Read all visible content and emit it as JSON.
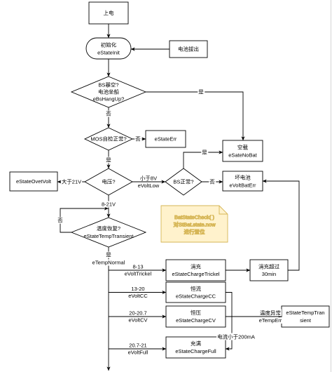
{
  "colors": {
    "background": "#ffffff",
    "stroke": "#000000",
    "note_fill": "#fff2cc",
    "note_stroke": "#d6b656"
  },
  "nodes": {
    "power_on": {
      "lines": [
        "上电"
      ]
    },
    "init": {
      "lines": [
        "初始化",
        "eStateInit"
      ]
    },
    "battery_removed": {
      "lines": [
        "电池拔出"
      ]
    },
    "bs_hang_up_check": {
      "lines": [
        "BS暴空?",
        "电池坐船",
        "eBsHangUp?"
      ]
    },
    "mos_check": {
      "lines": [
        "MOS自检正常?"
      ]
    },
    "state_err": {
      "lines": [
        "eStateErr"
      ]
    },
    "no_bat": {
      "lines": [
        "空载",
        "eSateNoBat"
      ]
    },
    "voltage_check": {
      "lines": [
        "电压?"
      ]
    },
    "over_volt": {
      "lines": [
        "eStateOvetVolt"
      ]
    },
    "bs_normal_check": {
      "lines": [
        "BS正常?"
      ]
    },
    "bat_err": {
      "lines": [
        "坏电池",
        "eVoltBatErr"
      ]
    },
    "temp_check": {
      "lines": [
        "温度恢复?",
        "eStateTempTransient"
      ]
    },
    "charge_trickle": {
      "lines": [
        "涓充",
        "eStateChargeTrickel"
      ]
    },
    "trickle_timeout": {
      "lines": [
        "涓充超过",
        "30min"
      ]
    },
    "charge_cc": {
      "lines": [
        "恒流",
        "eStateChargeCC"
      ]
    },
    "charge_cv": {
      "lines": [
        "恒压",
        "eStateChargeCV"
      ]
    },
    "charge_full": {
      "lines": [
        "充满",
        "eStateChargeFull"
      ]
    },
    "temp_transient": {
      "lines": [
        "eStateTempTran",
        "sient"
      ]
    }
  },
  "note": {
    "lines": [
      "BatStateCheck( )",
      "对StBat.state.now",
      "进行置位"
    ]
  },
  "edge_labels": {
    "bs_hang_up_yes": [
      "是"
    ],
    "bs_hang_up_no": [
      "否"
    ],
    "mos_no": [
      "否"
    ],
    "mos_yes": [
      "是"
    ],
    "over_21v": [
      "大于21V"
    ],
    "under_8v": [
      "小于8V",
      "eVoltLow"
    ],
    "bs_normal_yes": [
      "是"
    ],
    "bs_normal_no": [
      "否"
    ],
    "range_8_21v": [
      "8-21V"
    ],
    "temp_not_recovered": [
      "否"
    ],
    "temp_recovered": [
      "是",
      "eTempNormal"
    ],
    "volt_8_13": [
      "8-13",
      "eVoltTrickel"
    ],
    "volt_13_20": [
      "13-20",
      "eVoltCC"
    ],
    "volt_20_207": [
      "20-20.7",
      "eVoltCV"
    ],
    "volt_207_21": [
      "20.7-21",
      "eVoltFull"
    ],
    "temp_err": [
      "温度异常",
      "eTempErr"
    ],
    "current_low": [
      "电流小于200mA"
    ]
  }
}
